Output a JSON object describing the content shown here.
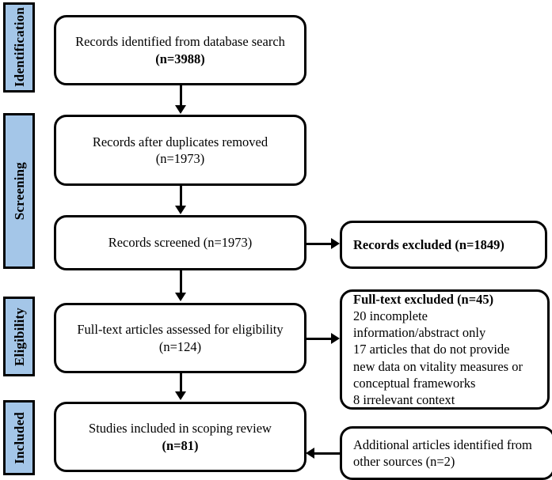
{
  "diagram": {
    "title": "PRISMA scoping review flow diagram",
    "accent_color": "#a4c6e8",
    "line_color": "#000000",
    "background_color": "#ffffff"
  },
  "stages": [
    {
      "label": "Identification"
    },
    {
      "label": "Screening"
    },
    {
      "label": "Eligibility"
    },
    {
      "label": "Included"
    }
  ],
  "boxes": {
    "identified": {
      "line1": "Records identified from database search",
      "line2": "(n=3988)",
      "count": 3988
    },
    "duplicates_removed": {
      "line1": "Records after duplicates removed",
      "line2": "(n=1973)",
      "count": 1973
    },
    "screened": {
      "line1": "Records screened (n=1973)",
      "count": 1973
    },
    "records_excluded": {
      "line1": "Records excluded (n=1849)",
      "count": 1849
    },
    "fulltext_assessed": {
      "line1": "Full-text articles assessed for eligibility",
      "line2": "(n=124)",
      "count": 124
    },
    "fulltext_excluded": {
      "heading": "Full-text excluded (n=45)",
      "count": 45,
      "reasons": [
        "20 incomplete",
        "information/abstract only",
        "17 articles that do not provide",
        "new data on vitality measures or",
        "conceptual frameworks",
        "8 irrelevant context"
      ]
    },
    "included": {
      "line1": "Studies included in scoping review",
      "line2": "(n=81)",
      "count": 81
    },
    "additional": {
      "line1": "Additional articles identified from",
      "line2": "other sources (n=2)",
      "count": 2
    }
  }
}
